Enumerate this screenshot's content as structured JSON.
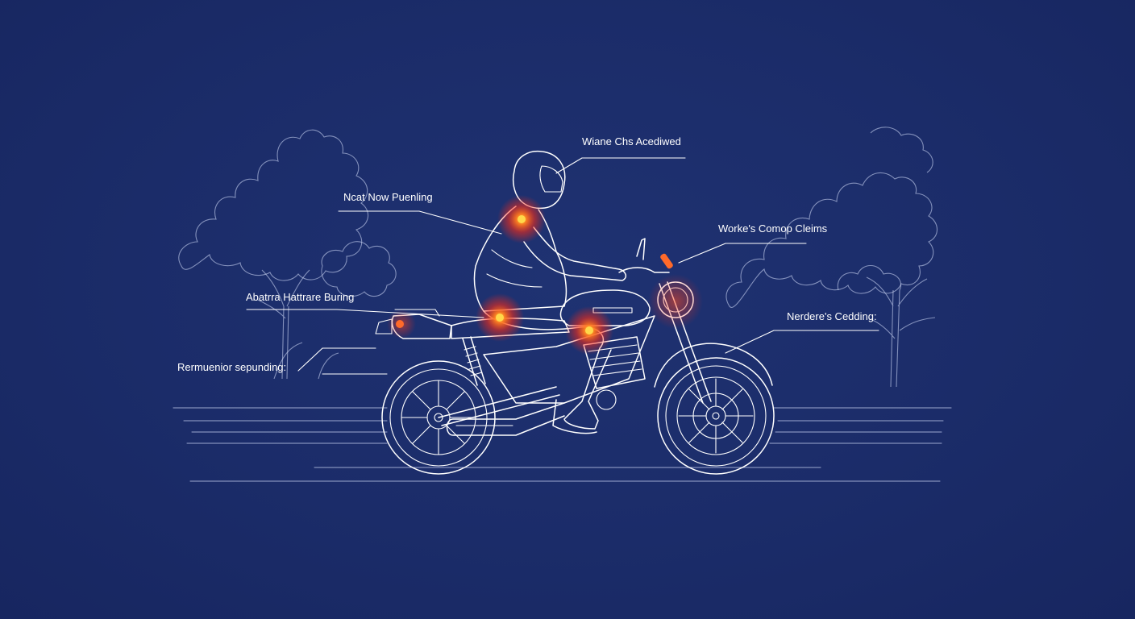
{
  "labels": {
    "helmet": "Wiane Chs Acediwed",
    "shoulder": "Ncat Now Puenling",
    "headlight": "Worke's Comop Cleims",
    "hip": "Abatrra Hattrare Buring",
    "front_wheel": "Nerdere's Cedding:",
    "rear": "Rermuenior sepunding:"
  },
  "tank_badge": "",
  "colors": {
    "background": "#1b2c69",
    "line": "#ffffff",
    "injury_glow": "#ff3b1f",
    "injury_core": "#ffcf3a",
    "indicator": "#ff6a2a"
  }
}
